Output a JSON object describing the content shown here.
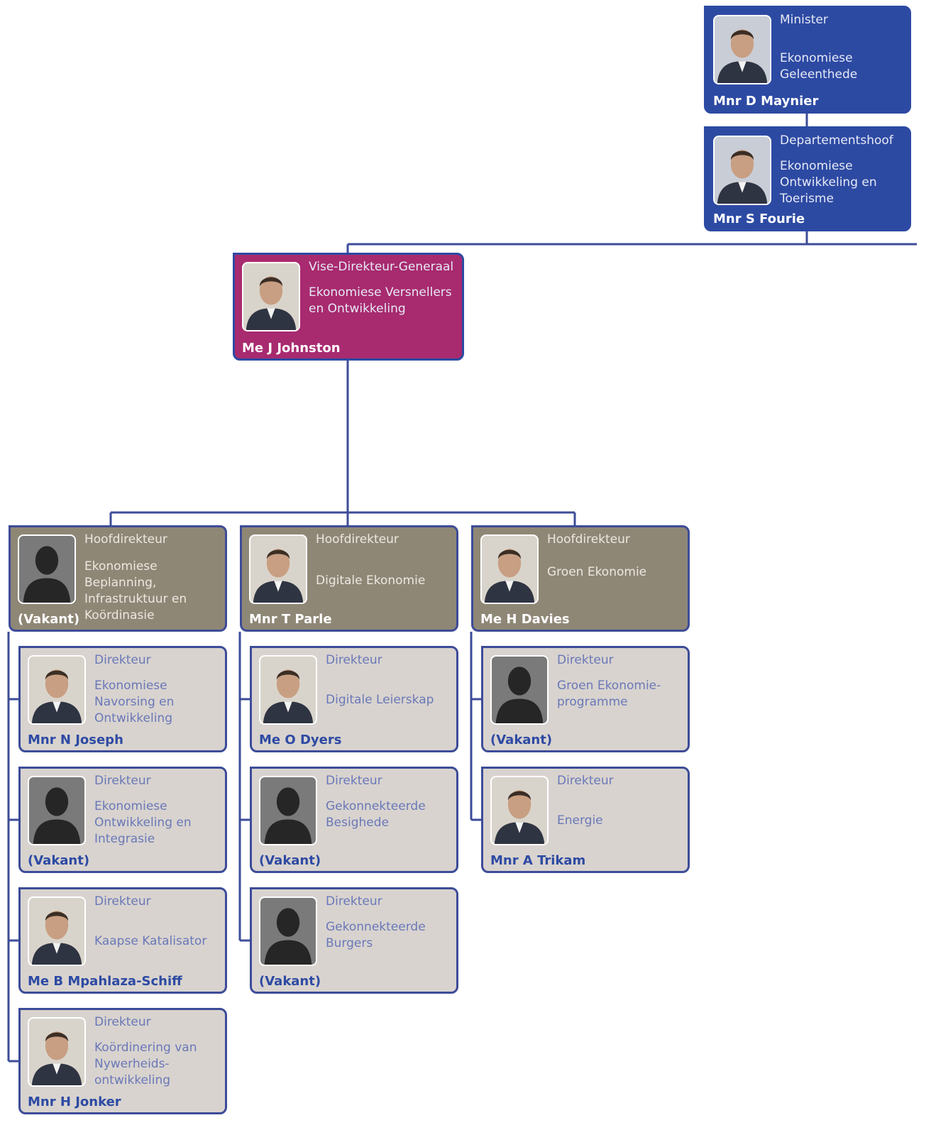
{
  "colors": {
    "minister_blue": "#2d4aa3",
    "ddg_magenta": "#a82a6f",
    "chief_director_taupe": "#8f8776",
    "director_grey": "#d8d3cf",
    "connector": "#3d4c98"
  },
  "minister": {
    "title": "Minister",
    "dept": "Ekonomiese Geleenthede",
    "name": "Mnr D Maynier",
    "photo": "portrait-photo"
  },
  "hod": {
    "title": "Departementshoof",
    "dept": "Ekonomiese Ontwikkeling en Toerisme",
    "name": "Mnr S Fourie",
    "photo": "portrait-photo"
  },
  "ddg": {
    "title": "Vise-Direkteur-Generaal",
    "dept": "Ekonomiese Versnellers en Ontwikkeling",
    "name": "Me J Johnston",
    "photo": "portrait-photo"
  },
  "chief_directorates": [
    {
      "title": "Hoofdirekteur",
      "dept": "Ekonomiese Beplanning, Infrastruktuur en Koördinasie",
      "name": "(Vakant)",
      "photo": "silhouette-icon",
      "directorates": [
        {
          "title": "Direkteur",
          "dept": "Ekonomiese Navorsing en Ontwikkeling",
          "name": "Mnr N Joseph",
          "photo": "portrait-photo"
        },
        {
          "title": "Direkteur",
          "dept": "Ekonomiese Ontwikkeling en Integrasie",
          "name": "(Vakant)",
          "photo": "silhouette-icon"
        },
        {
          "title": "Direkteur",
          "dept": "Kaapse Katalisator",
          "name": "Me B Mpahlaza-Schiff",
          "photo": "portrait-photo"
        },
        {
          "title": "Direkteur",
          "dept": "Koördinering van Nywerheids-ontwikkeling",
          "name": "Mnr H Jonker",
          "photo": "portrait-photo"
        }
      ]
    },
    {
      "title": "Hoofdirekteur",
      "dept": "Digitale Ekonomie",
      "name": "Mnr T Parle",
      "photo": "portrait-photo",
      "directorates": [
        {
          "title": "Direkteur",
          "dept": "Digitale Leierskap",
          "name": "Me O Dyers",
          "photo": "portrait-photo"
        },
        {
          "title": "Direkteur",
          "dept": "Gekonnekteerde Besighede",
          "name": "(Vakant)",
          "photo": "silhouette-icon"
        },
        {
          "title": "Direkteur",
          "dept": "Gekonnekteerde Burgers",
          "name": "(Vakant)",
          "photo": "silhouette-icon"
        }
      ]
    },
    {
      "title": "Hoofdirekteur",
      "dept": "Groen Ekonomie",
      "name": "Me H Davies",
      "photo": "portrait-photo",
      "directorates": [
        {
          "title": "Direkteur",
          "dept": "Groen Ekonomie-programme",
          "name": "(Vakant)",
          "photo": "silhouette-icon"
        },
        {
          "title": "Direkteur",
          "dept": "Energie",
          "name": "Mnr A Trikam",
          "photo": "portrait-photo"
        }
      ]
    }
  ]
}
